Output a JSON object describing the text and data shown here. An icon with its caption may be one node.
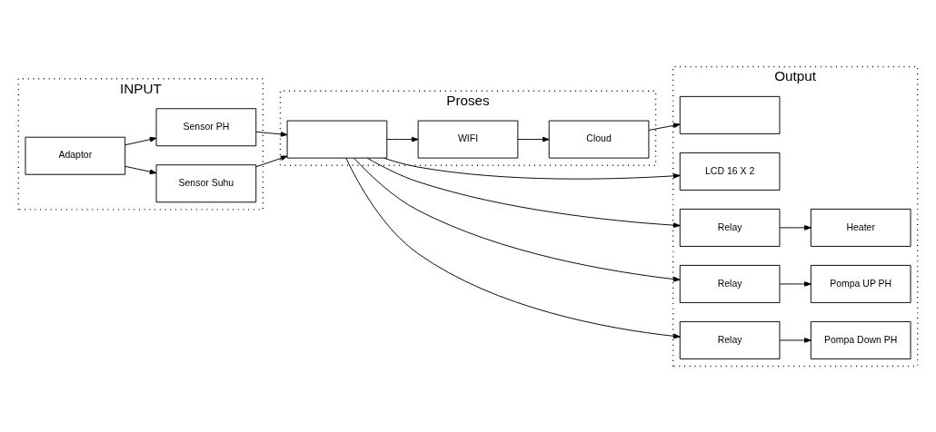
{
  "diagram": {
    "nodes": [
      {
        "text": [
          "INPUT"
        ]
      },
      {
        "text": [
          "Proses"
        ]
      },
      {
        "text": [
          "Output"
        ]
      },
      {
        "text": [
          "Adaptor"
        ],
        "in": 0
      },
      {
        "text": [
          "Sensor Suhu"
        ],
        "in": 0
      },
      {
        "text": [
          "Sensor PH"
        ],
        "in": 0
      },
      {
        "text": [],
        "shape": "box",
        "in": 1
      },
      {
        "text": [
          "WIFI"
        ],
        "in": 1
      },
      {
        "text": [
          "Cloud"
        ],
        "in": 1
      },
      {
        "text": [
          "LCD 16 X 2"
        ],
        "in": 2
      },
      {
        "text": [
          "Relay"
        ],
        "in": 2
      },
      {
        "text": [
          "Heater"
        ],
        "in": 2
      },
      {
        "text": [
          "Relay"
        ],
        "in": 2
      },
      {
        "text": [
          "Pompa UP PH"
        ],
        "in": 2
      },
      {
        "text": [
          "Relay"
        ],
        "in": 2
      },
      {
        "text": [
          "Pompa Down PH"
        ],
        "in": 2
      },
      {
        "text": [],
        "shape": "box",
        "in": 2
      }
    ],
    "edges": [
      {
        "from": 3,
        "to": 4,
        "arrow": "to"
      },
      {
        "from": 3,
        "to": 5,
        "arrow": "to"
      },
      {
        "from": 4,
        "to": 6,
        "arrow": "to"
      },
      {
        "from": 5,
        "to": 6,
        "arrow": "to"
      },
      {
        "from": 6,
        "to": 9,
        "arrow": "to"
      },
      {
        "from": 6,
        "to": 10,
        "arrow": "to"
      },
      {
        "from": 6,
        "to": 12,
        "arrow": "to"
      },
      {
        "from": 6,
        "to": 14,
        "arrow": "to"
      },
      {
        "from": 10,
        "to": 11,
        "arrow": "to"
      },
      {
        "from": 12,
        "to": 13,
        "arrow": "to"
      },
      {
        "from": 14,
        "to": 15,
        "arrow": "to"
      },
      {
        "from": 6,
        "to": 7,
        "arrow": "to"
      },
      {
        "from": 7,
        "to": 8,
        "arrow": "to"
      },
      {
        "from": 8,
        "to": 16,
        "arrow": "to"
      }
    ]
  }
}
